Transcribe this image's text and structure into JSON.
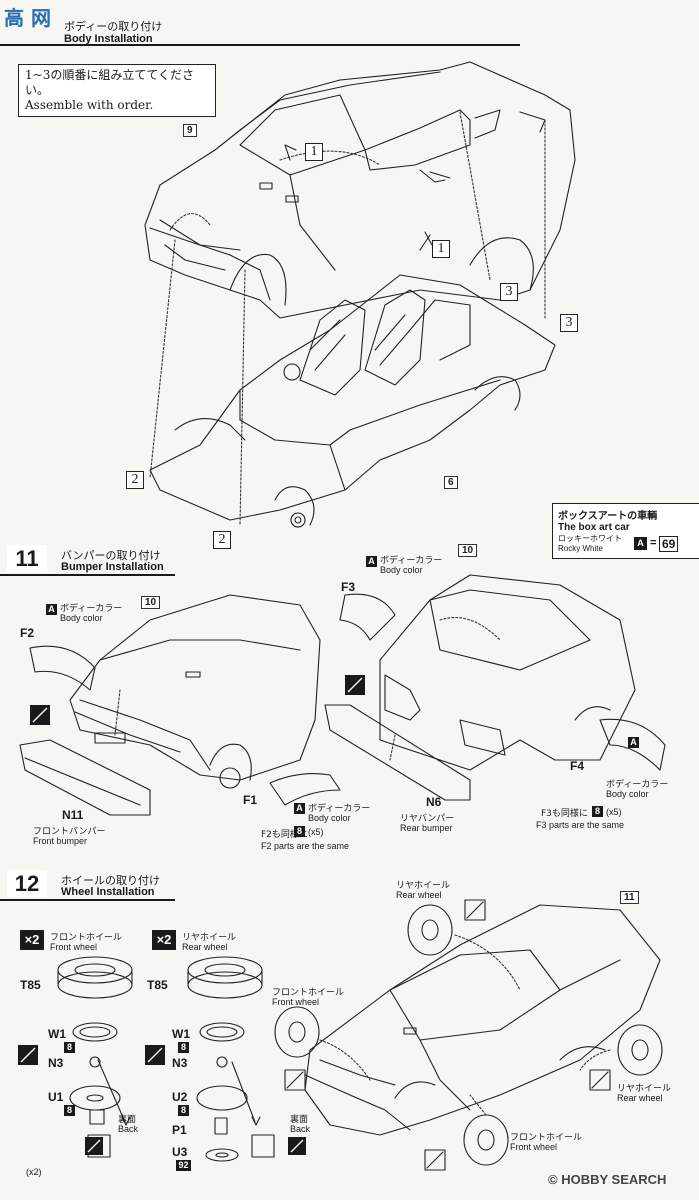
{
  "watermark_top": "高 网",
  "step10": {
    "title_jp": "ボディーの取り付け",
    "title_en": "Body Installation",
    "note_jp": "1~3の順番に組み立ててください。",
    "note_en": "Assemble with order.",
    "callouts": [
      "9",
      "6"
    ],
    "order_marks": [
      "1",
      "1",
      "3",
      "3",
      "2",
      "2"
    ],
    "boxart": {
      "title_jp": "ボックスアートの車輌",
      "title_en": "The box art car",
      "color_jp": "ロッキーホワイト",
      "color_en": "Rocky White",
      "letter": "A",
      "code": "69"
    }
  },
  "step11": {
    "number": "11",
    "title_jp": "バンパーの取り付け",
    "title_en": "Bumper Installation",
    "color_jp": "ボディーカラー",
    "color_en": "Body color",
    "letter": "A",
    "callouts": [
      "10",
      "10"
    ],
    "parts": {
      "f2": "F2",
      "n11": "N11",
      "n11_jp": "フロントバンパー",
      "n11_en": "Front bumper",
      "f1": "F1",
      "f1_note_jp": "F2も同様に",
      "f1_note_en": "F2 parts are the same",
      "f3": "F3",
      "n6": "N6",
      "n6_jp": "リヤバンパー",
      "n6_en": "Rear bumper",
      "f4": "F4",
      "f4_note_jp": "F3も同様に",
      "f4_note_en": "F3 parts are the same",
      "x5": "(x5)",
      "eight": "8"
    }
  },
  "step12": {
    "number": "12",
    "title_jp": "ホイールの取り付け",
    "title_en": "Wheel Installation",
    "x2": "×2",
    "front": {
      "jp": "フロントホイール",
      "en": "Front wheel"
    },
    "rear": {
      "jp": "リヤホイール",
      "en": "Rear wheel"
    },
    "parts_front": [
      "T85",
      "W1",
      "N3",
      "U1"
    ],
    "parts_rear": [
      "T85",
      "W1",
      "N3",
      "U2",
      "P1",
      "U3"
    ],
    "eight": "8",
    "ninety_two": "92",
    "back_jp": "裏面",
    "back_en": "Back",
    "count": "(x2)",
    "callout": "11"
  },
  "watermark_bottom": "HOBBY SEARCH",
  "watermark_bottom_copy": "©"
}
